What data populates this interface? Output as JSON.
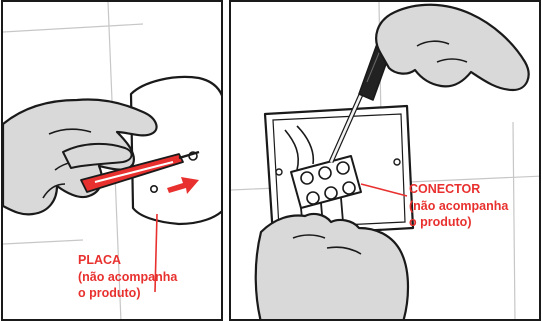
{
  "panels": [
    {
      "id": "step-attach-plate",
      "callout": {
        "lines": [
          "PLACA",
          "(não acompanha",
          "o produto)"
        ]
      }
    },
    {
      "id": "step-screw-connector",
      "callout": {
        "lines": [
          "CONECTOR",
          "(não acompanha",
          "o produto)"
        ]
      }
    }
  ],
  "colors": {
    "outline": "#1a1a1a",
    "hand_fill": "#d9d9d9",
    "callout_red": "#e8312f",
    "tile_line": "#c7c7c7",
    "screwdriver_handle": "#222222",
    "screwdriver_shaft": "#f2f2f2"
  },
  "icons": [
    "hand-icon",
    "arrow-right-icon",
    "screwdriver-icon",
    "wall-plate-icon",
    "wall-box-icon",
    "terminal-connector-icon"
  ]
}
